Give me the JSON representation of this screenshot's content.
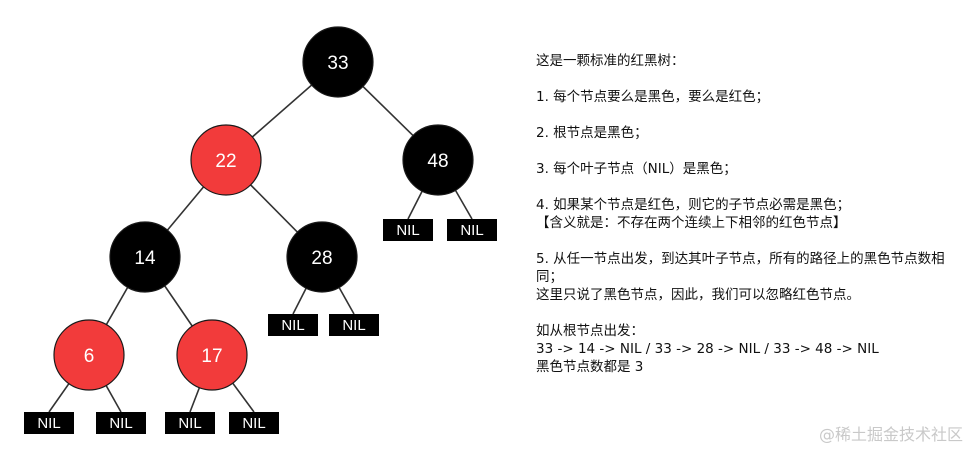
{
  "tree": {
    "edge_color": "#333333",
    "nodes": [
      {
        "id": "n33",
        "label": "33",
        "color": "black"
      },
      {
        "id": "n22",
        "label": "22",
        "color": "red"
      },
      {
        "id": "n48",
        "label": "48",
        "color": "black"
      },
      {
        "id": "n14",
        "label": "14",
        "color": "black"
      },
      {
        "id": "n28",
        "label": "28",
        "color": "black"
      },
      {
        "id": "n6",
        "label": "6",
        "color": "red"
      },
      {
        "id": "n17",
        "label": "17",
        "color": "red"
      }
    ],
    "nil_label": "NIL",
    "colors": {
      "black": "#000000",
      "red": "#f23b3b",
      "nil": "#000000"
    }
  },
  "notes": {
    "title": "这是一颗标准的红黑树：",
    "rule1": "1. 每个节点要么是黑色，要么是红色；",
    "rule2": "2. 根节点是黑色；",
    "rule3": "3. 每个叶子节点（NIL）是黑色；",
    "rule4": "4. 如果某个节点是红色，则它的子节点必需是黑色；",
    "rule4_note": "【含义就是：不存在两个连续上下相邻的红色节点】",
    "rule5": "5. 从任一节点出发，到达其叶子节点，所有的路径上的黑色节点数相同；",
    "rule5_note": "这里只说了黑色节点，因此，我们可以忽略红色节点。",
    "example_title": "如从根节点出发：",
    "example_paths": "33 -> 14 -> NIL / 33 -> 28 -> NIL / 33 -> 48 -> NIL",
    "example_result": "黑色节点数都是 3"
  },
  "watermark": "@稀土掘金技术社区"
}
